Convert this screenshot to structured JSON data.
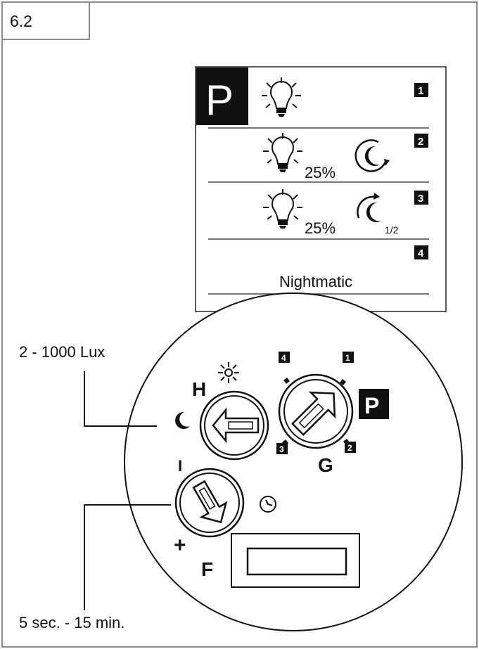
{
  "figure": {
    "number": "6.2"
  },
  "legend_panel": {
    "p_label": "P",
    "rows": [
      {
        "index": "1",
        "percent": "",
        "sub": ""
      },
      {
        "index": "2",
        "percent": "25%",
        "sub": ""
      },
      {
        "index": "3",
        "percent": "25%",
        "sub": "1/2"
      },
      {
        "index": "4",
        "percent": "",
        "sub": "",
        "text": "Nightmatic"
      }
    ]
  },
  "device": {
    "lux_range": "2 - 1000  Lux",
    "time_range": "5 sec. - 15 min.",
    "knob_h": "H",
    "knob_g": "G",
    "knob_f": "F",
    "p_badge": "P",
    "minus": "I",
    "plus": "+",
    "g_positions": [
      "4",
      "1",
      "2"
    ],
    "h_position": "3"
  }
}
